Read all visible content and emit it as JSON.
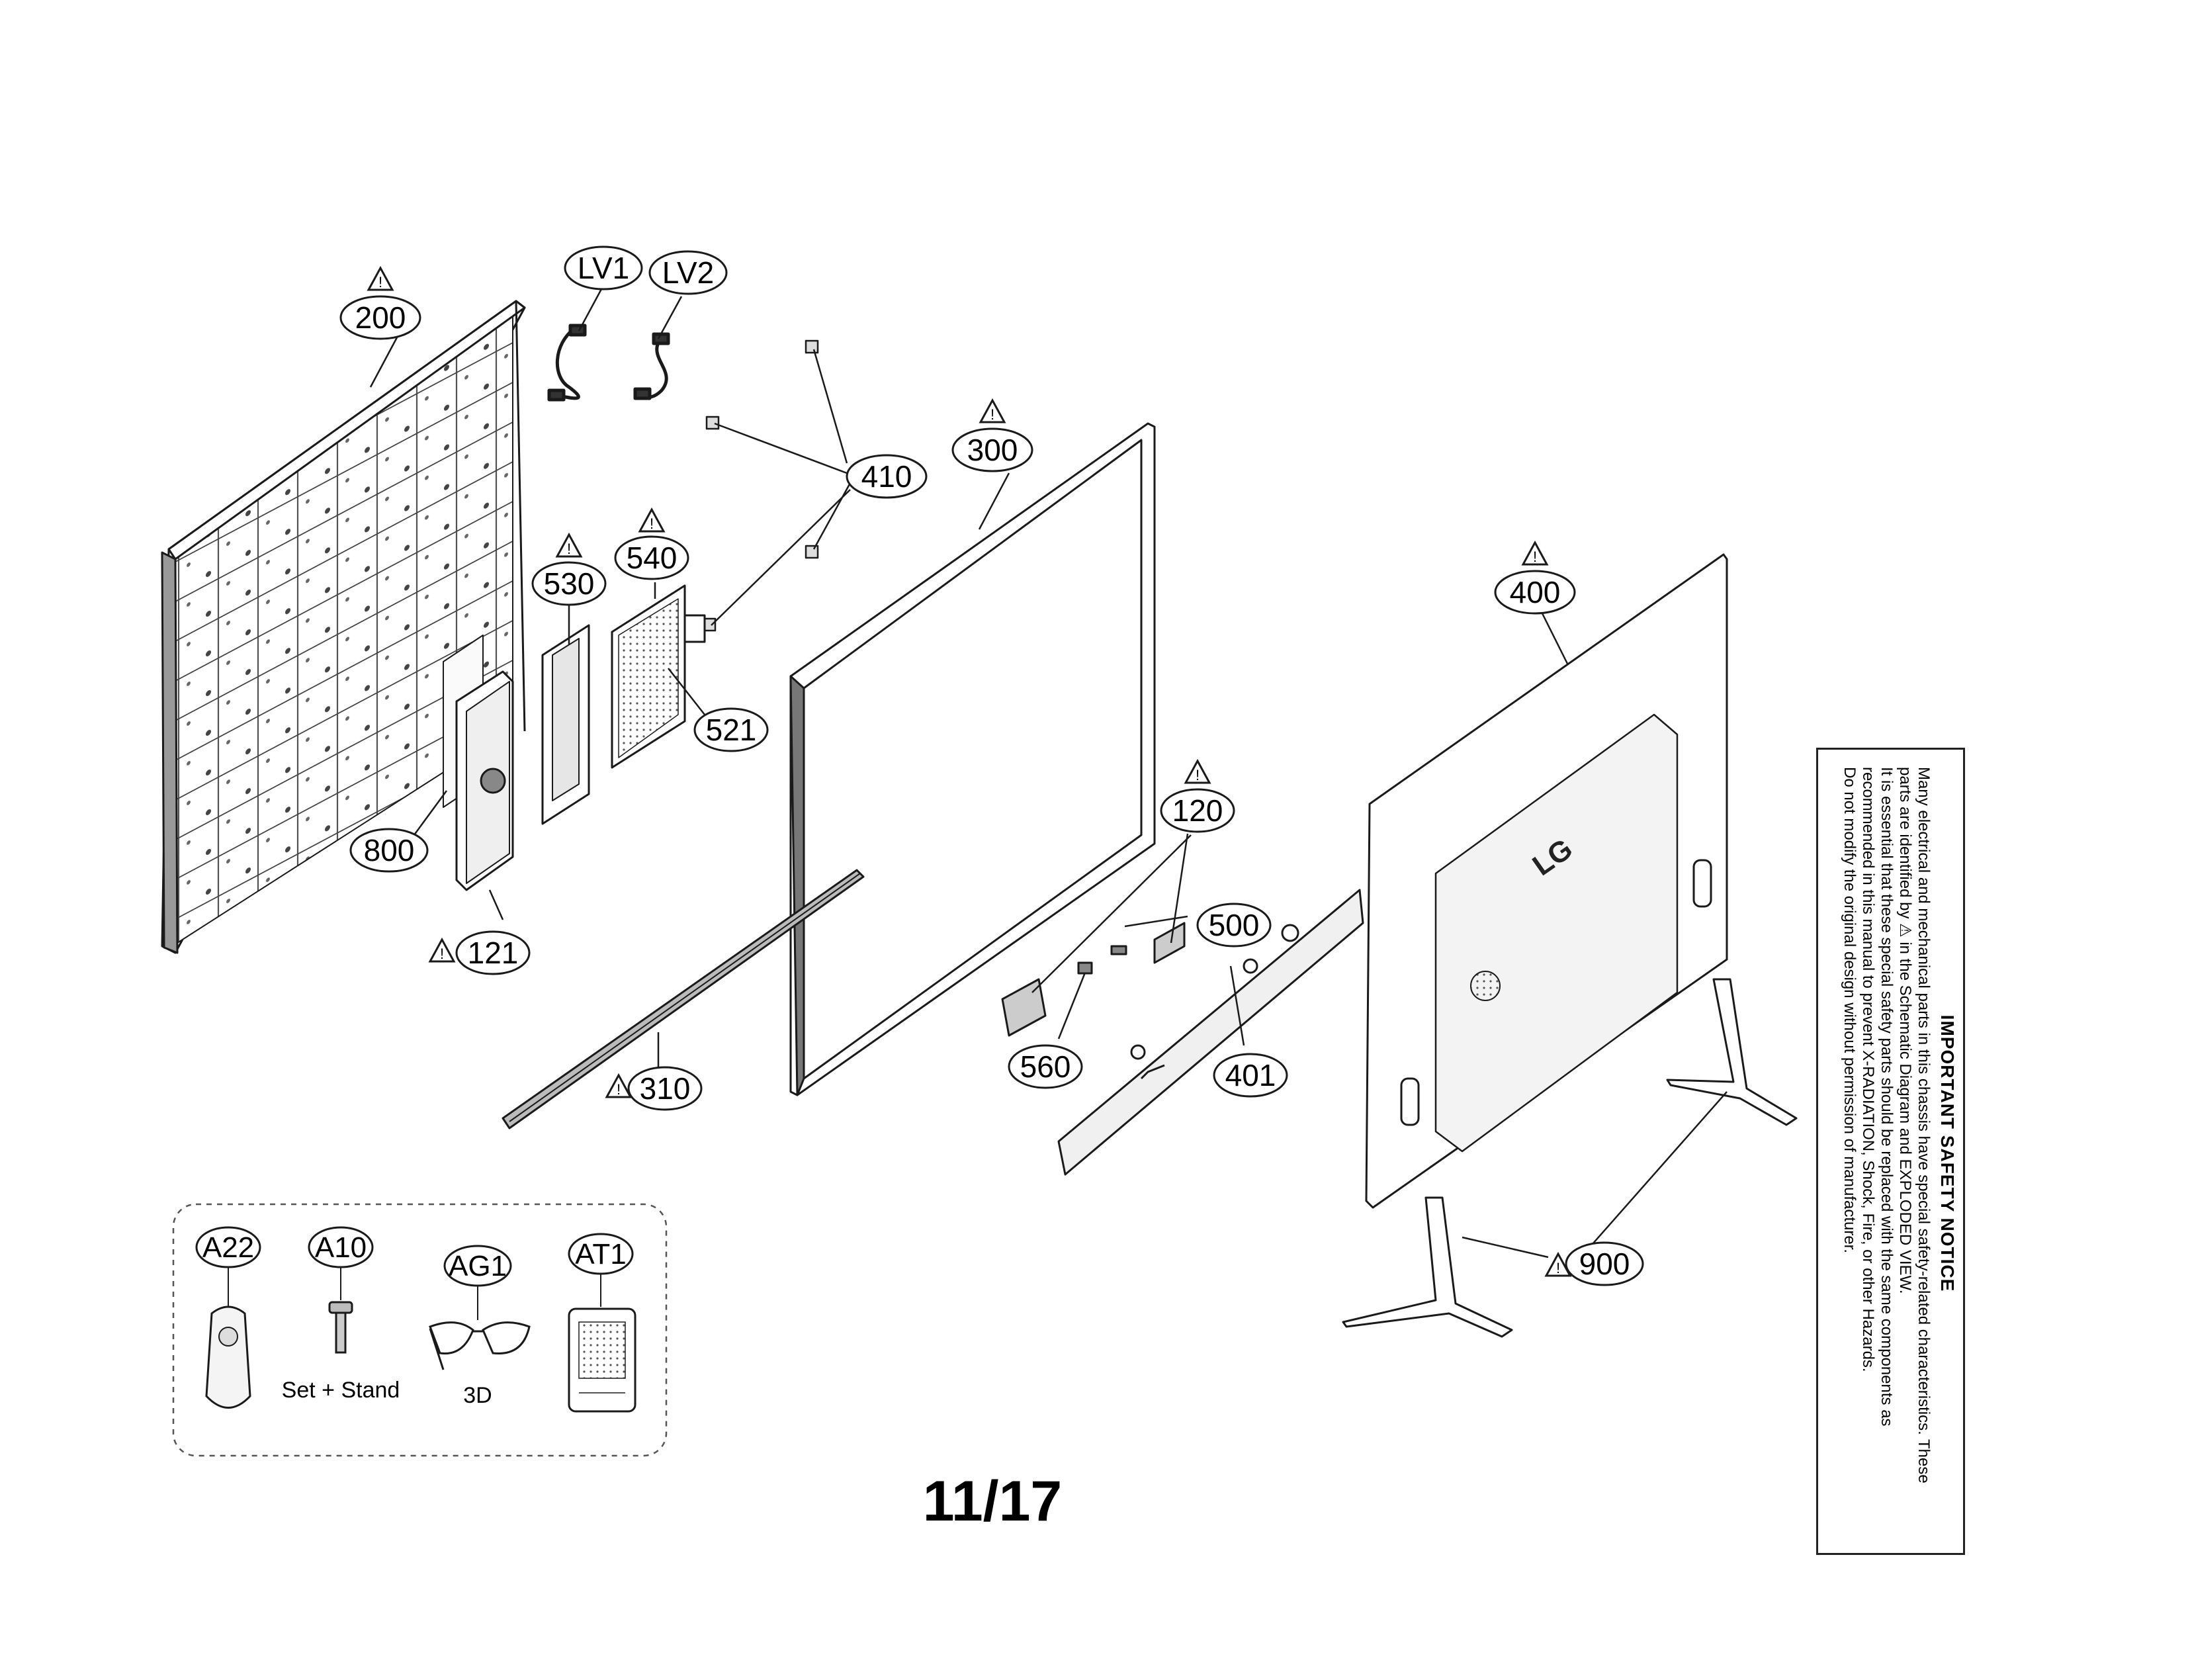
{
  "page": {
    "number": "11/17"
  },
  "callouts": [
    {
      "id": "200",
      "label": "200",
      "warning": true
    },
    {
      "id": "LV1",
      "label": "LV1",
      "warning": false
    },
    {
      "id": "LV2",
      "label": "LV2",
      "warning": false
    },
    {
      "id": "410",
      "label": "410",
      "warning": false
    },
    {
      "id": "300",
      "label": "300",
      "warning": true
    },
    {
      "id": "530",
      "label": "530",
      "warning": true
    },
    {
      "id": "540",
      "label": "540",
      "warning": true
    },
    {
      "id": "521",
      "label": "521",
      "warning": false
    },
    {
      "id": "800",
      "label": "800",
      "warning": false
    },
    {
      "id": "121",
      "label": "121",
      "warning": true
    },
    {
      "id": "310",
      "label": "310",
      "warning": true
    },
    {
      "id": "120",
      "label": "120",
      "warning": true
    },
    {
      "id": "500",
      "label": "500",
      "warning": false
    },
    {
      "id": "560",
      "label": "560",
      "warning": false
    },
    {
      "id": "401",
      "label": "401",
      "warning": false
    },
    {
      "id": "400",
      "label": "400",
      "warning": true
    },
    {
      "id": "900",
      "label": "900",
      "warning": true
    }
  ],
  "accessories": {
    "items": [
      {
        "id": "A22",
        "label": "A22",
        "caption": ""
      },
      {
        "id": "A10",
        "label": "A10",
        "caption": "Set + Stand"
      },
      {
        "id": "AG1",
        "label": "AG1",
        "caption": "3D"
      },
      {
        "id": "AT1",
        "label": "AT1",
        "caption": ""
      }
    ]
  },
  "brand": {
    "logo_text": "LG"
  },
  "safety_notice": {
    "title": "IMPORTANT SAFETY NOTICE",
    "lines": [
      "Many electrical and mechanical parts in this chassis have special safety-related characteristics. These",
      "parts are identified by ⚠ in the Schematic Diagram and EXPLODED VIEW.",
      "It is essential that these special safety parts should be replaced with the same components as",
      "recommended in this manual to prevent X-RADIATION, Shock, Fire, or other Hazards.",
      "Do not modify the original design without permission of manufacturer."
    ]
  },
  "colors": {
    "line": "#1a1a1a",
    "fill": "#ffffff",
    "shade": "#cfcfcf",
    "dark": "#555555"
  }
}
